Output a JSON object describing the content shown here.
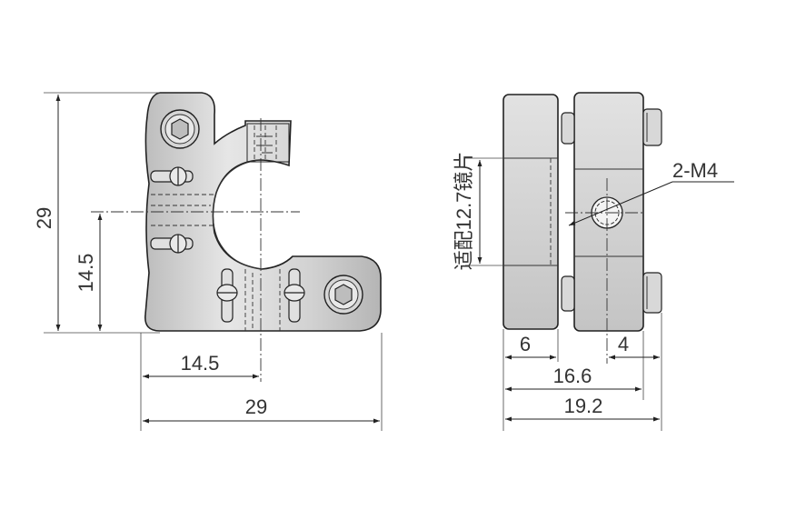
{
  "front_view": {
    "height_total": "29",
    "height_center": "14.5",
    "width_center": "14.5",
    "width_total": "29"
  },
  "side_view": {
    "lens_label": "适配12.7镜片",
    "thread_label": "2-M4",
    "dim_6": "6",
    "dim_4": "4",
    "dim_16_6": "16.6",
    "dim_19_2": "19.2"
  },
  "colors": {
    "metal_light": "#ececec",
    "metal_dark": "#b8b8b8",
    "line": "#222222"
  }
}
